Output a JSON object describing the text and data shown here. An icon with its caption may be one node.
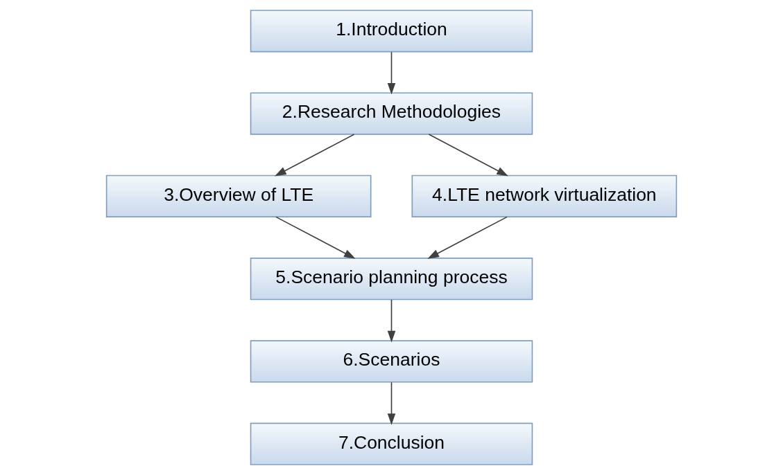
{
  "diagram": {
    "nodes": [
      {
        "text": [
          "1.Introduction"
        ]
      },
      {
        "text": [
          "2.Research Methodologies"
        ]
      },
      {
        "text": [
          "3.Overview of LTE"
        ]
      },
      {
        "text": [
          "4.LTE network virtualization"
        ]
      },
      {
        "text": [
          "5.Scenario planning process"
        ]
      },
      {
        "text": [
          "6.Scenarios"
        ]
      },
      {
        "text": [
          "7.Conclusion"
        ]
      }
    ],
    "edges": [
      {
        "from": 0,
        "to": 1,
        "arrow": "to"
      },
      {
        "from": 1,
        "to": 2,
        "arrow": "to"
      },
      {
        "from": 1,
        "to": 3,
        "arrow": "to"
      },
      {
        "from": 2,
        "to": 4,
        "arrow": "to"
      },
      {
        "from": 3,
        "to": 4,
        "arrow": "to"
      },
      {
        "from": 4,
        "to": 5,
        "arrow": "to"
      },
      {
        "from": 5,
        "to": 6,
        "arrow": "to"
      }
    ]
  }
}
